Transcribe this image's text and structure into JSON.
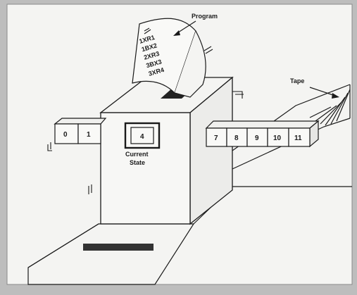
{
  "labels": {
    "program": "Program",
    "tape": "Tape",
    "current_state_line1": "Current",
    "current_state_line2": "State"
  },
  "current_state_value": "4",
  "program_lines": [
    "1XR1",
    "1BX2",
    "2XR3",
    "3BX3",
    "3XR4"
  ],
  "tape_left_cells": [
    "0",
    "1"
  ],
  "tape_right_cells": [
    "7",
    "8",
    "9",
    "10",
    "11"
  ],
  "colors": {
    "background": "#bdbdbd",
    "paper": "#f4f4f2",
    "ink": "#1a1a1a"
  }
}
